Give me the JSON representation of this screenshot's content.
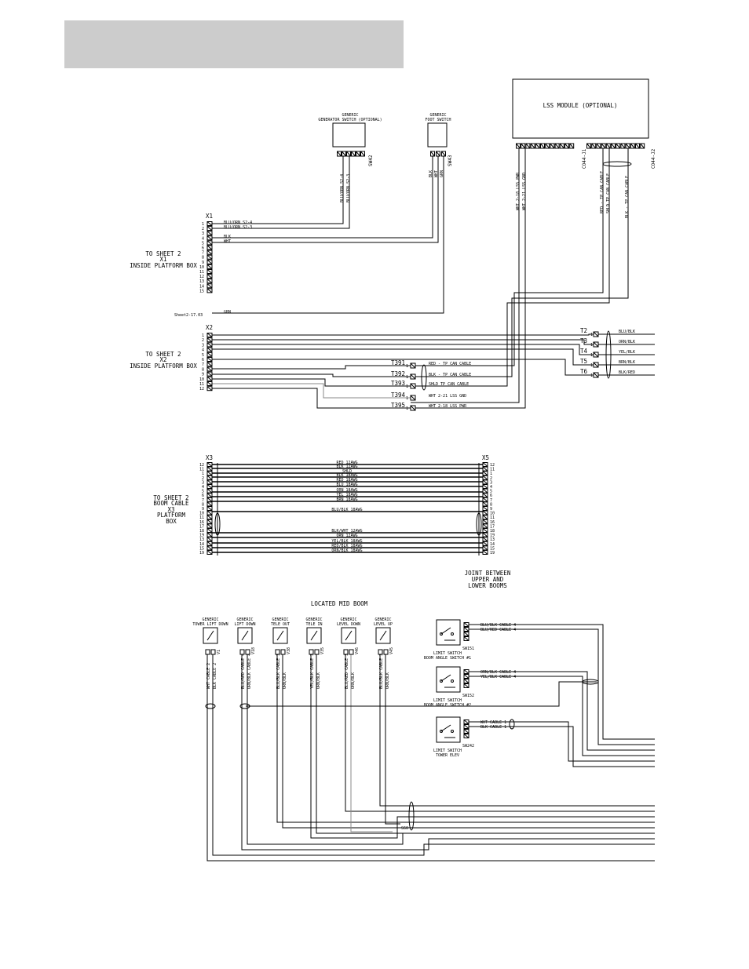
{
  "lss_module": {
    "label": "LSS MODULE (OPTIONAL)",
    "j1": "CO44-J1",
    "j2": "CO44-J2",
    "j1_wires": [
      "WHT 2-18 LSS PWR",
      "WHT 2-21 LSS GND"
    ],
    "j2_wires": [
      "RED - TP CAN CABLE",
      "SHLD TP CAN CABLE",
      "BLK - TP CAN CABLE"
    ]
  },
  "gen_switch": {
    "title1": "GENERIC",
    "title2": "GENERATOR SWITCH (OPTIONAL)",
    "id": "SW42",
    "wires": [
      "BLU/ORN S2-4",
      "BLU/ORN S2-3"
    ]
  },
  "foot_switch": {
    "title1": "GENERIC",
    "title2": "FOOT SWITCH",
    "id": "SW43",
    "wires": [
      "BLK",
      "WHT",
      "GRN"
    ]
  },
  "x1": {
    "id": "X1",
    "label": [
      "TO SHEET 2",
      "X1",
      "INSIDE PLATFORM BOX"
    ],
    "pins": [
      "1",
      "2",
      "3",
      "4",
      "5",
      "6",
      "7",
      "8",
      "9",
      "10",
      "11",
      "12",
      "13",
      "14",
      "15"
    ],
    "wires": [
      "BLU/ORN S2-4",
      "BLU/ORN S2-3",
      "BLK",
      "WHT"
    ],
    "grn_ref": "Sheet2-17.03",
    "grn": "GRN"
  },
  "x2": {
    "id": "X2",
    "label": [
      "TO SHEET 2",
      "X2",
      "INSIDE PLATFORM BOX"
    ],
    "pins": [
      "1",
      "2",
      "3",
      "4",
      "5",
      "6",
      "7",
      "8",
      "9",
      "10",
      "11",
      "12"
    ],
    "right_terms": [
      {
        "id": "T2",
        "wire": "BLU/BLK"
      },
      {
        "id": "T3",
        "wire": "ORN/BLK"
      },
      {
        "id": "T4",
        "wire": "YEL/BLK"
      },
      {
        "id": "T5",
        "wire": "BRN/BLK"
      },
      {
        "id": "T6",
        "wire": "BLK/RED"
      }
    ],
    "mid_terms": [
      {
        "id": "T391",
        "wire": "RED - TP CAN CABLE"
      },
      {
        "id": "T392",
        "wire": "BLK - TP CAN CABLE"
      },
      {
        "id": "T393",
        "wire": "SHLD TP CAN CABLE"
      },
      {
        "id": "T394",
        "wire": "WHT 2-21 LSS GND"
      },
      {
        "id": "T395",
        "wire": "WHT 2-18 LSS PWR"
      }
    ]
  },
  "x3": {
    "id": "X3",
    "label": [
      "TO SHEET 2",
      "BOOM CABLE",
      "X3",
      "PLATFORM",
      "BOX"
    ],
    "pins": [
      "12",
      "11",
      "1",
      "2",
      "3",
      "4",
      "5",
      "6",
      "7",
      "8",
      "9",
      "10",
      "11",
      "16",
      "17",
      "18",
      "19",
      "13",
      "14",
      "15",
      "19"
    ]
  },
  "x5": {
    "id": "X5",
    "pins": [
      "12",
      "11",
      "1",
      "2",
      "3",
      "4",
      "5",
      "6",
      "7",
      "8",
      "9",
      "10",
      "11",
      "16",
      "17",
      "18",
      "19",
      "13",
      "14",
      "15",
      "19"
    ]
  },
  "boom_wires": [
    "RED 12AWG",
    "BLK 12AWG",
    "SHLD",
    "BLK 18AWG",
    "RED 18AWG",
    "BLU 18AWG",
    "ORN 18AWG",
    "YEL 18AWG",
    "BRN 18AWG",
    "BLU/BLK 18AWG",
    "BLK/WHT 12AWG",
    "ORN 12AWG",
    "YEL/BLK 18AWG",
    "RED/BLK 18AWG",
    "ORN/BLK 18AWG"
  ],
  "joint_label": [
    "JOINT BETWEEN",
    "UPPER AND",
    "LOWER BOOMS"
  ],
  "mid_boom_label": "LOCATED MID BOOM",
  "valves": [
    {
      "t1": "GENERIC",
      "t2": "TOWER LIFT DOWN",
      "id": "V1",
      "wires": [
        "WHT CABLE 2",
        "BLK CABLE 2"
      ]
    },
    {
      "t1": "GENERIC",
      "t2": "LIFT DOWN",
      "id": "V18",
      "wires": [
        "BLU/RED CABLE 4",
        "ORN/BLK CABLE 4"
      ]
    },
    {
      "t1": "GENERIC",
      "t2": "TELE OUT",
      "id": "V38",
      "wires": [
        "BLU/BLK CABLE 3",
        "ORN/BLK"
      ]
    },
    {
      "t1": "GENERIC",
      "t2": "TELE IN",
      "id": "V35",
      "wires": [
        "YEL/BLK CABLE 3",
        "ORN/BLK"
      ]
    },
    {
      "t1": "GENERIC",
      "t2": "LEVEL DOWN",
      "id": "V46",
      "wires": [
        "BLU/RED CABLE 3",
        "ORN/BLK"
      ]
    },
    {
      "t1": "GENERIC",
      "t2": "LEVEL UP",
      "id": "V45",
      "wires": [
        "BLU/BLK CABLE 3",
        "ORN/BLK"
      ]
    }
  ],
  "limit_switches": [
    {
      "id": "SW151",
      "t1": "LIMIT SWITCH",
      "t2": "BOOM ANGLE SWITCH #1",
      "wires": [
        "BLU/BLK CABLE 4",
        "BLU/RED CABLE 4"
      ]
    },
    {
      "id": "SW152",
      "t1": "LIMIT SWITCH",
      "t2": "BOOM ANGLE SWITCH #2",
      "wires": [
        "ORN/BLK CABLE 4",
        "YEL/BLK CABLE 4"
      ]
    },
    {
      "id": "SW242",
      "t1": "LIMIT SWITCH",
      "t2": "TOWER ELEV",
      "wires": [
        "WHT CABLE 1",
        "BLK CABLE 1"
      ]
    }
  ],
  "splice": "S60"
}
